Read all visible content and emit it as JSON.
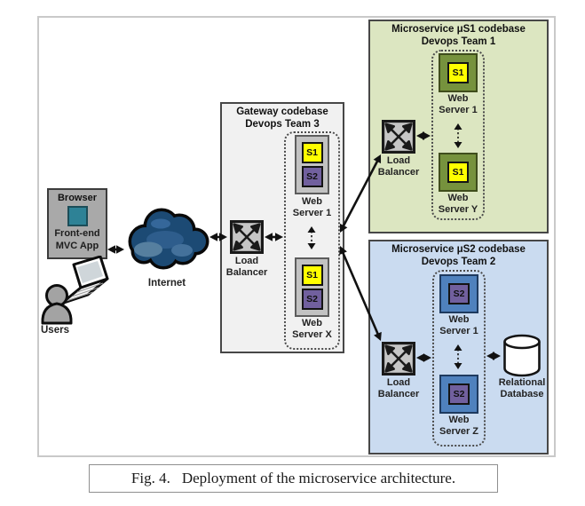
{
  "caption": {
    "label": "Fig. 4.",
    "text": "Deployment of the microservice architecture."
  },
  "client": {
    "browser_title": "Browser",
    "app_line1": "Front-end",
    "app_line2": "MVC App",
    "users_label": "Users",
    "internet_label": "Internet"
  },
  "gateway": {
    "title": "Gateway codebase",
    "team": "Devops Team 3",
    "load_balancer": {
      "line1": "Load",
      "line2": "Balancer"
    },
    "servers": [
      {
        "line1": "Web",
        "line2": "Server 1",
        "components": [
          "S1",
          "S2"
        ]
      },
      {
        "line1": "Web",
        "line2": "Server X",
        "components": [
          "S1",
          "S2"
        ]
      }
    ]
  },
  "microservice1": {
    "title": "Microservice μS1 codebase",
    "team": "Devops Team 1",
    "load_balancer": {
      "line1": "Load",
      "line2": "Balancer"
    },
    "servers": [
      {
        "line1": "Web",
        "line2": "Server 1",
        "component": "S1"
      },
      {
        "line1": "Web",
        "line2": "Server Y",
        "component": "S1"
      }
    ]
  },
  "microservice2": {
    "title": "Microservice μS2 codebase",
    "team": "Devops Team 2",
    "load_balancer": {
      "line1": "Load",
      "line2": "Balancer"
    },
    "servers": [
      {
        "line1": "Web",
        "line2": "Server 1",
        "component": "S2"
      },
      {
        "line1": "Web",
        "line2": "Server Z",
        "component": "S2"
      }
    ],
    "database": {
      "line1": "Relational",
      "line2": "Database"
    }
  },
  "colors": {
    "s1_component": "#ffff00",
    "s2_component": "#71609e",
    "ms1_background": "#dce6c1",
    "ms1_server": "#76923d",
    "ms2_background": "#cadbf0",
    "ms2_server": "#4f81bd",
    "gateway_background": "#f1f1f1",
    "browser_accent": "#2e8296"
  }
}
